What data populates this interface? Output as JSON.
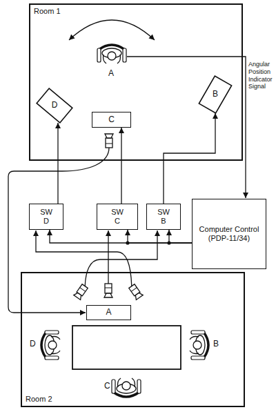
{
  "diagram": {
    "nodes": [
      {
        "text": [
          "Room 1"
        ]
      },
      {
        "text": [
          "D"
        ],
        "in": 0
      },
      {
        "text": [
          "B"
        ],
        "in": 0
      },
      {
        "text": [
          "C"
        ],
        "in": 0
      },
      {
        "text": [
          "SW D"
        ]
      },
      {
        "text": [
          "SW C"
        ]
      },
      {
        "text": [
          "SW B"
        ]
      },
      {
        "text": [
          "Computer Control (PDP-11/34)"
        ]
      },
      {
        "text": [
          "Room 2"
        ]
      },
      {
        "text": [
          "A"
        ],
        "in": 8
      }
    ],
    "edges": [
      {
        "from": 4,
        "to": 1,
        "arrow": "to"
      },
      {
        "from": 5,
        "to": 3,
        "arrow": "to"
      },
      {
        "from": 6,
        "to": 2,
        "arrow": "to"
      },
      {
        "from": 7,
        "to": 4,
        "arrow": "to"
      },
      {
        "from": 7,
        "to": 5,
        "arrow": "to"
      },
      {
        "from": 7,
        "to": 6,
        "arrow": "to"
      }
    ],
    "labels": [
      "A",
      "Angular Position Indicator Signal",
      "D",
      "B",
      "C"
    ]
  }
}
